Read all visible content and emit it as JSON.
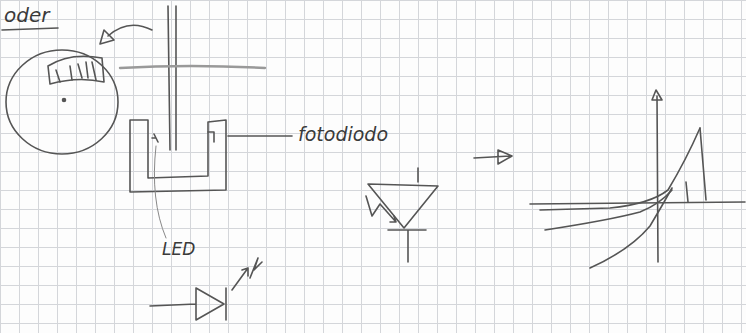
{
  "diagram": {
    "labels": [
      "oder",
      "fotodiodo",
      "LED"
    ]
  }
}
